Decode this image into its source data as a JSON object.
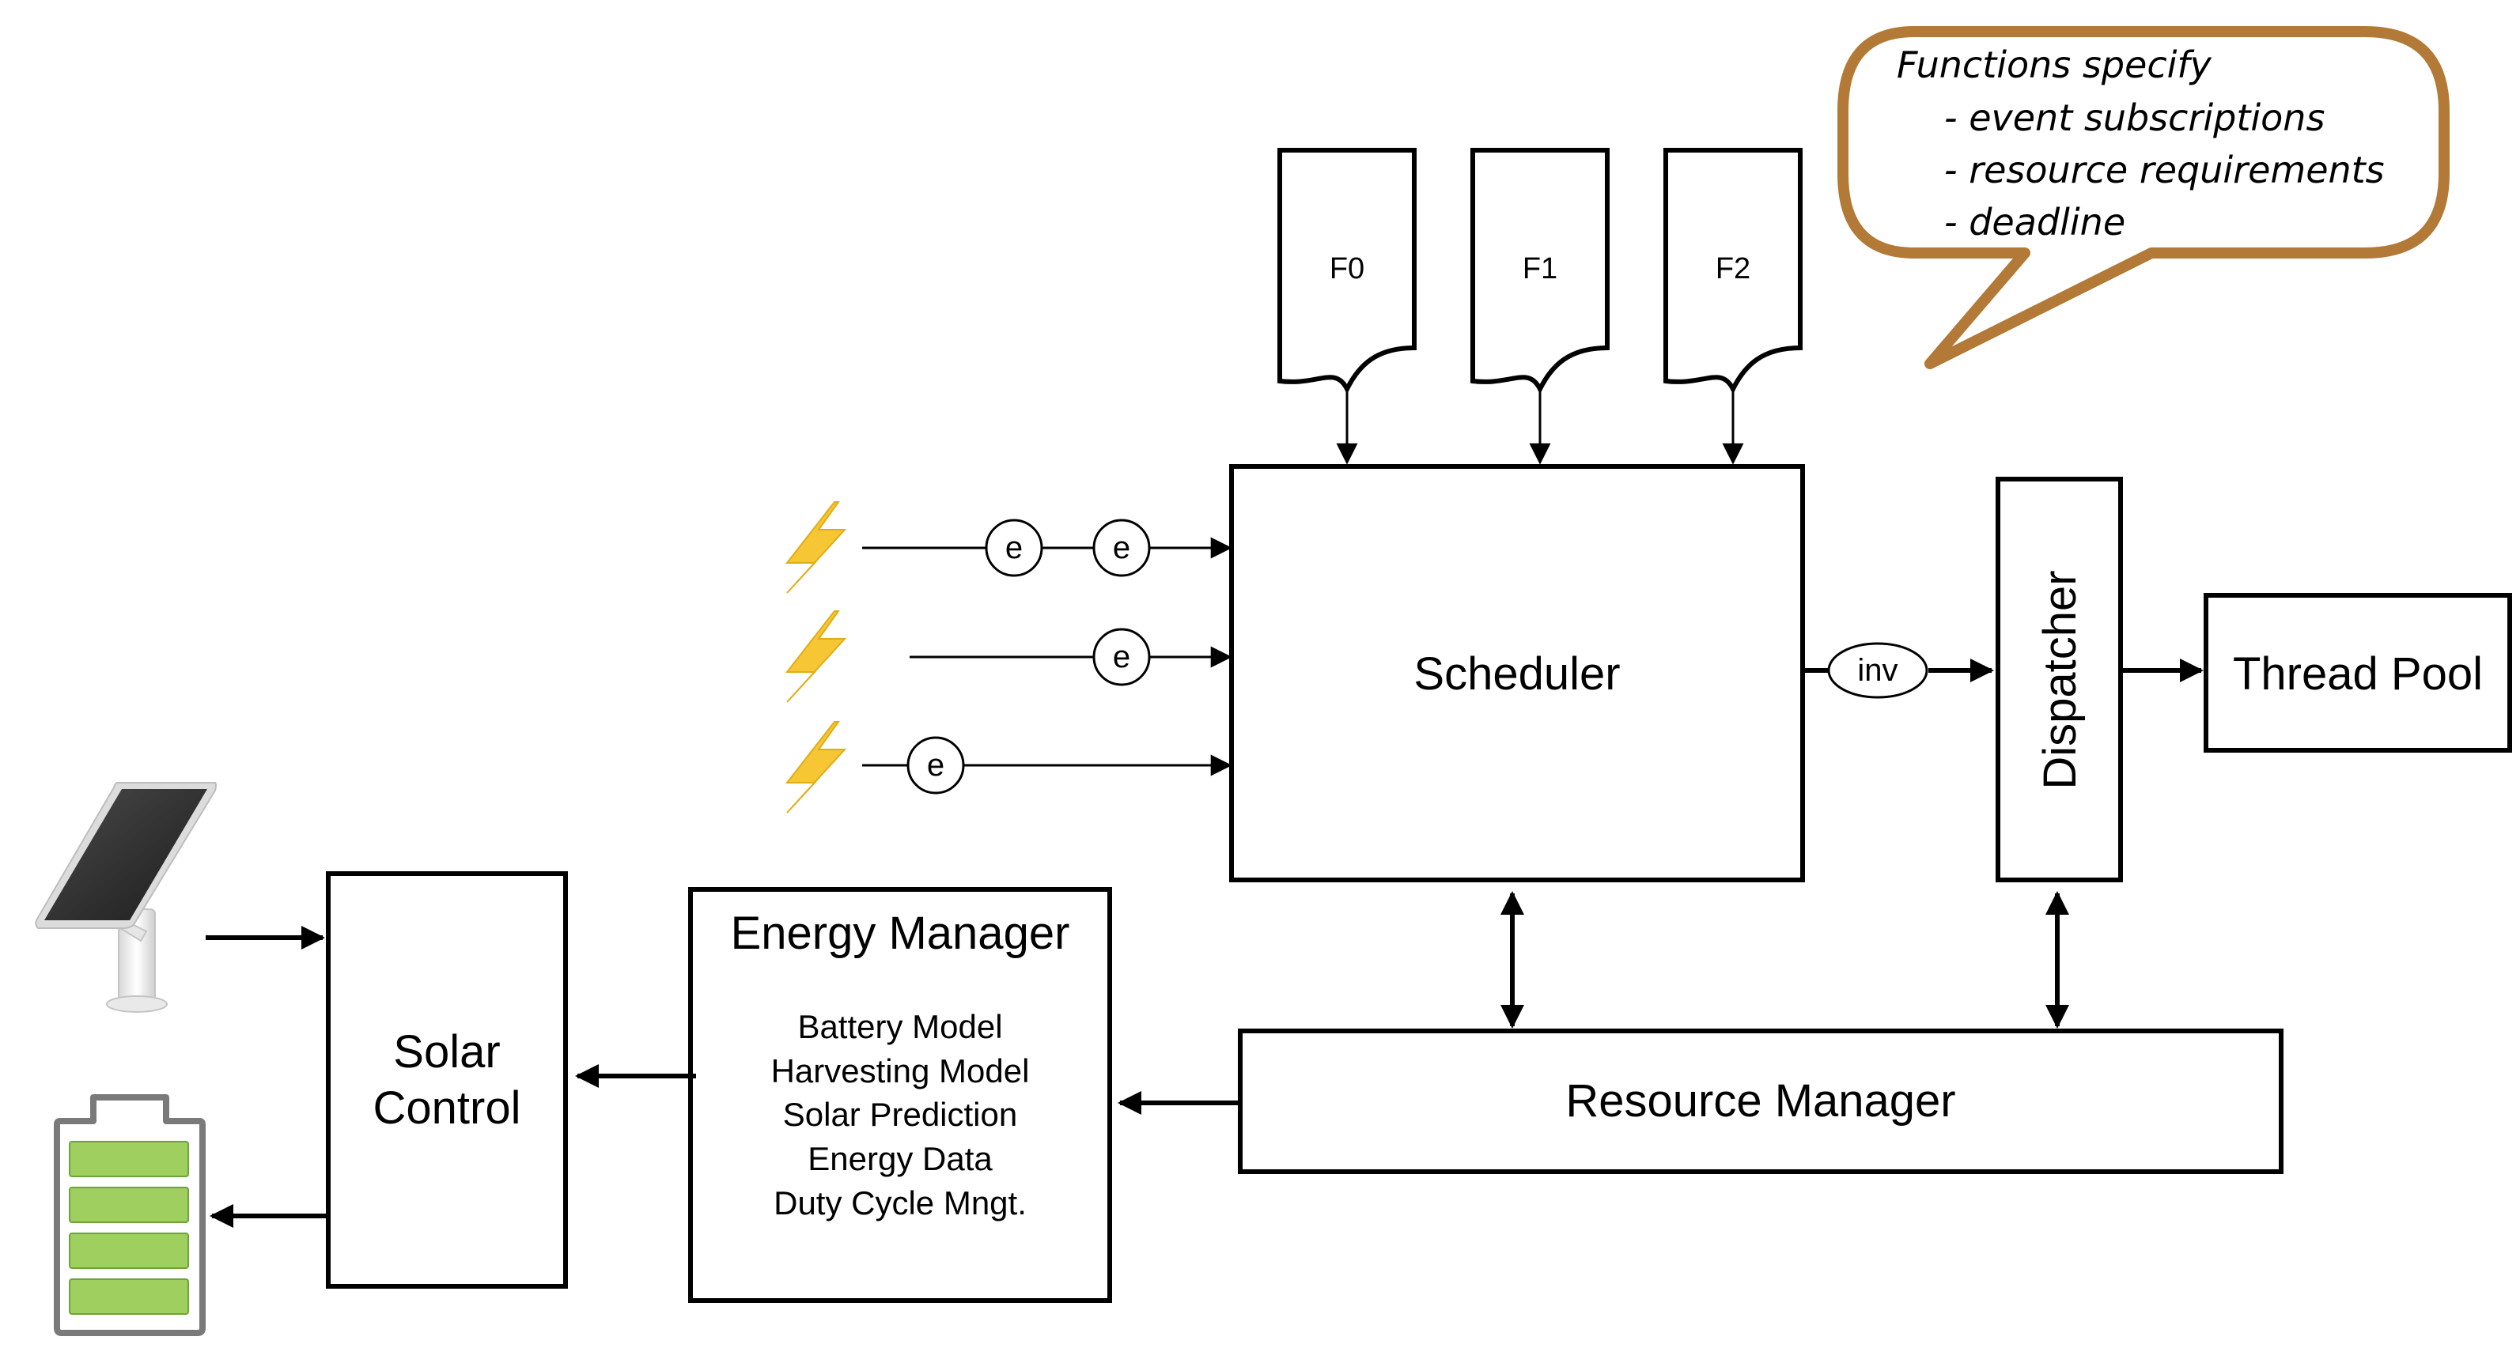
{
  "functions": [
    {
      "label": "F0"
    },
    {
      "label": "F1"
    },
    {
      "label": "F2"
    }
  ],
  "callout": {
    "title": "Functions specify",
    "items": [
      "- event subscriptions",
      "- resource requirements",
      "- deadline"
    ],
    "border_color": "#b27a36"
  },
  "scheduler": {
    "label": "Scheduler"
  },
  "dispatcher": {
    "label": "Dispatcher"
  },
  "thread_pool": {
    "label": "Thread Pool"
  },
  "invocation": {
    "label": "inv"
  },
  "resource_manager": {
    "label": "Resource Manager"
  },
  "energy_manager": {
    "title": "Energy Manager",
    "items": [
      "Battery Model",
      "Harvesting Model",
      "Solar Prediction",
      "Energy Data",
      "Duty Cycle Mngt."
    ]
  },
  "solar_control": {
    "line1": "Solar",
    "line2": "Control"
  },
  "event": {
    "label": "e"
  },
  "colors": {
    "lightning": "#f6c634",
    "battery_cell": "#9fcf5f",
    "battery_cell_stroke": "#6ea33a",
    "battery_casing": "#7a7a7a",
    "panel": "#2d2d2d"
  },
  "icons": [
    "lightning-bolt-icon",
    "solar-panel-icon",
    "battery-icon"
  ]
}
